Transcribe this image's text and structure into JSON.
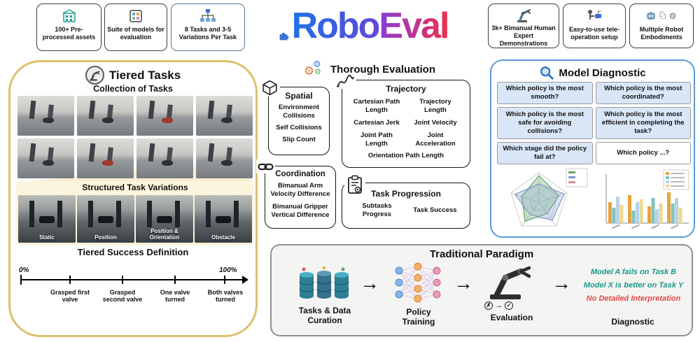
{
  "colors": {
    "left_panel_border": "#dcc06c",
    "right_panel_border": "#5b9bd5",
    "question_box_bg": "#d9e6f7",
    "teal_note": "#199a8c",
    "red_note": "#e8474a",
    "logo_gradient": [
      "#1e72e8",
      "#8a3bd8",
      "#f02d4e"
    ]
  },
  "icons": {
    "logo": "puzzle-icon",
    "badges_left": [
      "building-assets-icon",
      "model-suite-icon",
      "task-hierarchy-icon"
    ],
    "badges_right": [
      "robot-arm-icon",
      "teleoperation-icon",
      "robot-embodiments-icon"
    ],
    "sections": [
      "robot-arm-circle-icon",
      "gears-icon",
      "cube-icon",
      "trajectory-squiggle-icon",
      "link-icon",
      "clipboard-gear-icon",
      "magnifier-icon"
    ],
    "flow": [
      "database-icon",
      "neural-network-icon",
      "robot-arm-icon",
      "fail-pass-marks"
    ]
  },
  "header": {
    "logo_part1": "Robo",
    "logo_part2": "Eval"
  },
  "badges_left": [
    {
      "label": "100+ Pre-processed assets"
    },
    {
      "label": "Suite of models for evaluation"
    },
    {
      "label": "8 Tasks and 3-5 Variations Per Task"
    }
  ],
  "badges_right": [
    {
      "label": "3k+ Bimanual Human Expert Demonstrations"
    },
    {
      "label": "Easy-to-use tele-operation setup"
    },
    {
      "label": "Multiple Robot Embodiments"
    }
  ],
  "tiered_tasks": {
    "title": "Tiered Tasks",
    "collection_title": "Collection of Tasks",
    "variations_title": "Structured Task Variations",
    "variations": [
      {
        "label": "Static"
      },
      {
        "label": "Position"
      },
      {
        "label": "Position & Orientation"
      },
      {
        "label": "Obstacle"
      }
    ],
    "success_title": "Tiered Success Definition",
    "timeline_start": "0%",
    "timeline_end": "100%",
    "milestones": [
      {
        "label": "Grasped first valve"
      },
      {
        "label": "Grasped second valve"
      },
      {
        "label": "One valve turned"
      },
      {
        "label": "Both valves turned"
      }
    ]
  },
  "evaluation": {
    "title": "Thorough Evaluation",
    "spatial": {
      "title": "Spatial",
      "items": [
        "Environment Collisions",
        "Self Collisions",
        "Slip Count"
      ]
    },
    "trajectory": {
      "title": "Trajectory",
      "left_items": [
        "Cartesian Path Length",
        "Cartesian Jerk",
        "Joint Path Length"
      ],
      "right_items": [
        "Trajectory Length",
        "Joint Velocity",
        "Joint Acceleration"
      ],
      "bottom_item": "Orientation Path Length"
    },
    "coordination": {
      "title": "Coordination",
      "items": [
        "Bimanual Arm Velocity Difference",
        "Bimanual Gripper Vertical Difference"
      ]
    },
    "task_progression": {
      "title": "Task Progression",
      "items": [
        "Subtasks Progress",
        "Task Success"
      ]
    }
  },
  "diagnostic": {
    "title": "Model Diagnostic",
    "questions": [
      {
        "text": "Which policy is the most smooth?"
      },
      {
        "text": "Which policy is the most coordinated?"
      },
      {
        "text": "Which policy is the most safe for avoiding collisions?"
      },
      {
        "text": "Which policy is the most efficient in completing the task?"
      },
      {
        "text": "Which stage did the policy fail at?"
      },
      {
        "text": "Which policy ...?"
      }
    ]
  },
  "traditional": {
    "title": "Traditional Paradigm",
    "step1": "Tasks & Data Curation",
    "step2": "Policy Training",
    "step3": "Evaluation",
    "step4": "Diagnostic",
    "notes": [
      {
        "text": "Model A fails on Task B"
      },
      {
        "text": "Model X is better on Task Y"
      },
      {
        "text": "No Detailed Interpretation"
      }
    ]
  }
}
